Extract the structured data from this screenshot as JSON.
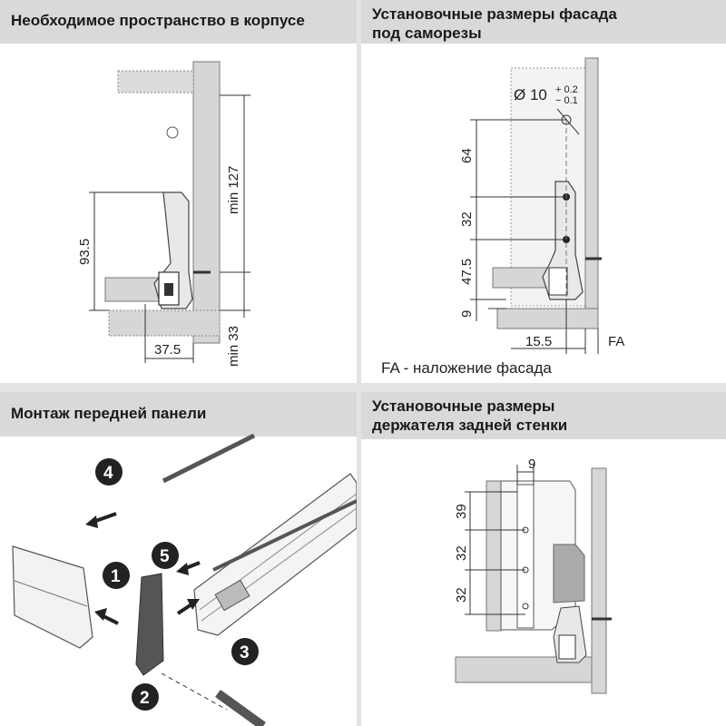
{
  "panels": {
    "cabinet_space": {
      "title": "Необходимое пространство в корпусе",
      "dims": {
        "min127": "min 127",
        "d93_5": "93.5",
        "d37_5": "37.5",
        "min33": "min 33"
      }
    },
    "front_mounting": {
      "title_line1": "Установочные размеры фасада",
      "title_line2": "под саморезы",
      "hole": {
        "diameter": "Ø 10",
        "tol_plus": "+ 0.2",
        "tol_minus": "− 0.1"
      },
      "dims": {
        "d64": "64",
        "d32": "32",
        "d47_5": "47.5",
        "d9": "9",
        "d15_5": "15.5",
        "fa": "FA"
      },
      "note": "FA - наложение фасада"
    },
    "front_panel_assembly": {
      "title": "Монтаж передней панели",
      "steps": [
        "1",
        "2",
        "3",
        "4",
        "5"
      ]
    },
    "back_holder": {
      "title_line1": "Установочные размеры",
      "title_line2": "держателя задней стенки",
      "dims": {
        "d9": "9",
        "d39": "39",
        "d32a": "32",
        "d32b": "32"
      }
    }
  },
  "colors": {
    "header_bg": "#d9d9d9",
    "panel_gray": "#d4d4d4",
    "step_circle": "#222222"
  }
}
